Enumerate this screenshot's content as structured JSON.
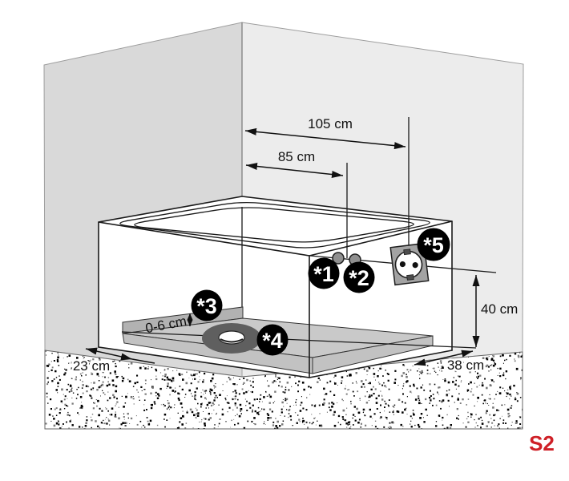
{
  "diagram": {
    "type": "bathtub-installation-side-diagram",
    "figure_code": "S2"
  },
  "dimensions": {
    "d105": "105 cm",
    "d85": "85 cm",
    "d40": "40 cm",
    "d38": "38 cm",
    "d23": "23 cm",
    "d06": "0-6 cm"
  },
  "callouts": {
    "c1": "*1",
    "c2": "*2",
    "c3": "*3",
    "c4": "*4",
    "c5": "*5"
  },
  "icons": {
    "socket": "schuko-power-outlet",
    "drain": "floor-drain"
  },
  "colors": {
    "wall_left": "#d9d9d9",
    "wall_right": "#ececec",
    "wall_stroke": "#9e9e9e",
    "floor_stroke": "#666666",
    "platform_top": "#c9c9c9",
    "platform_edge_band": "#b2b2b2",
    "platform_face": "#c2c2c2",
    "drain_ring": "#5f5f5f",
    "line": "#1a1a1a",
    "connector_dot": "#909090",
    "socket_plate": "#a3a3a3",
    "callout_bg": "#000000",
    "callout_text": "#ffffff",
    "figure_code_color": "#cf2027"
  }
}
